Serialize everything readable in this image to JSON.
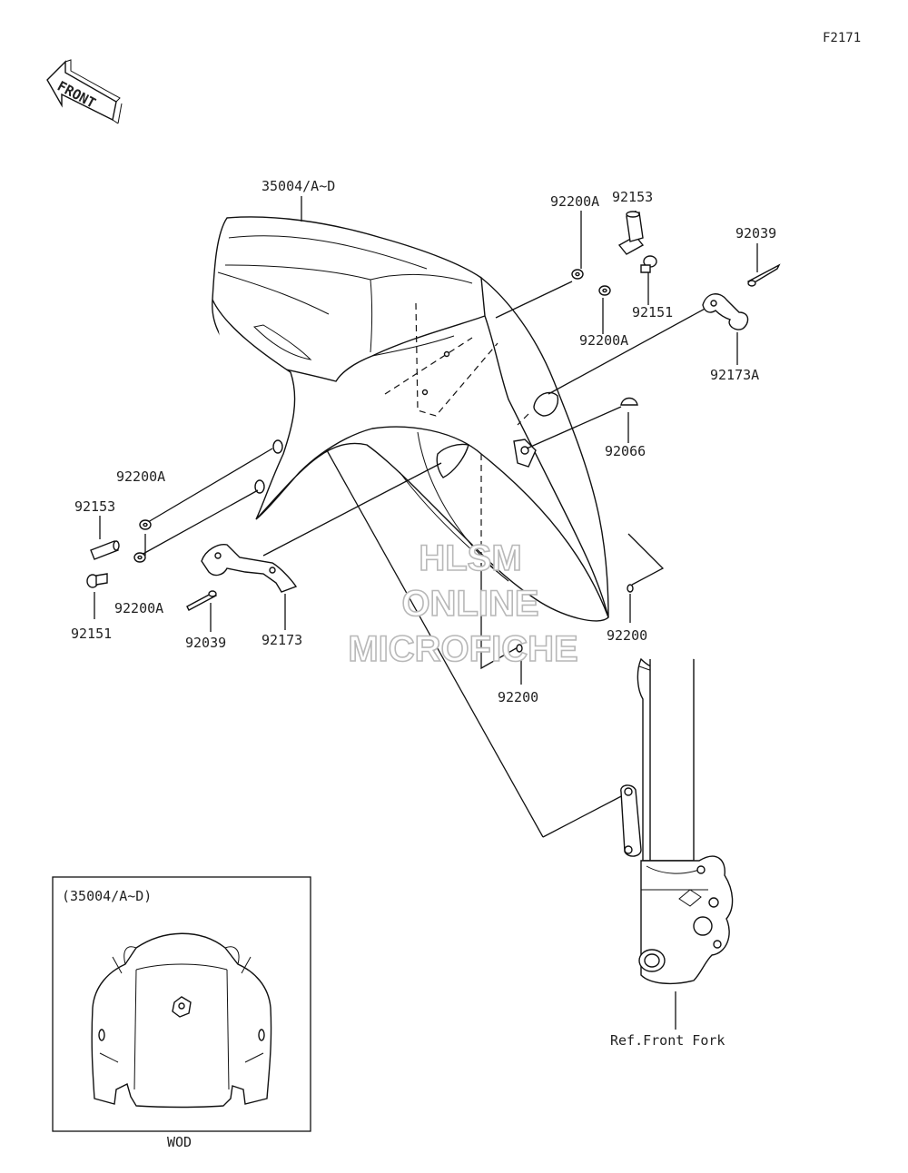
{
  "diagram_code": "F2171",
  "front_label": "FRONT",
  "watermark": {
    "line1": "HLSM",
    "line2": "ONLINE",
    "line3": "MICROFICHE"
  },
  "part_labels": {
    "fender": "35004/A~D",
    "collar_right": "92153",
    "washer_right_top": "92200A",
    "washer_right_bottom": "92200A",
    "bolt_right": "92151",
    "clamp_pin_right": "92039",
    "clamp_right": "92173A",
    "grommet": "92066",
    "washer_left_top": "92200A",
    "collar_left": "92153",
    "washer_left_bottom": "92200A",
    "bolt_left": "92151",
    "clamp_pin_left": "92039",
    "clamp_left": "92173",
    "washer_center": "92200",
    "washer_lower": "92200",
    "ref_fork": "Ref.Front Fork"
  },
  "inset": {
    "title": "(35004/A~D)",
    "caption": "WOD"
  }
}
